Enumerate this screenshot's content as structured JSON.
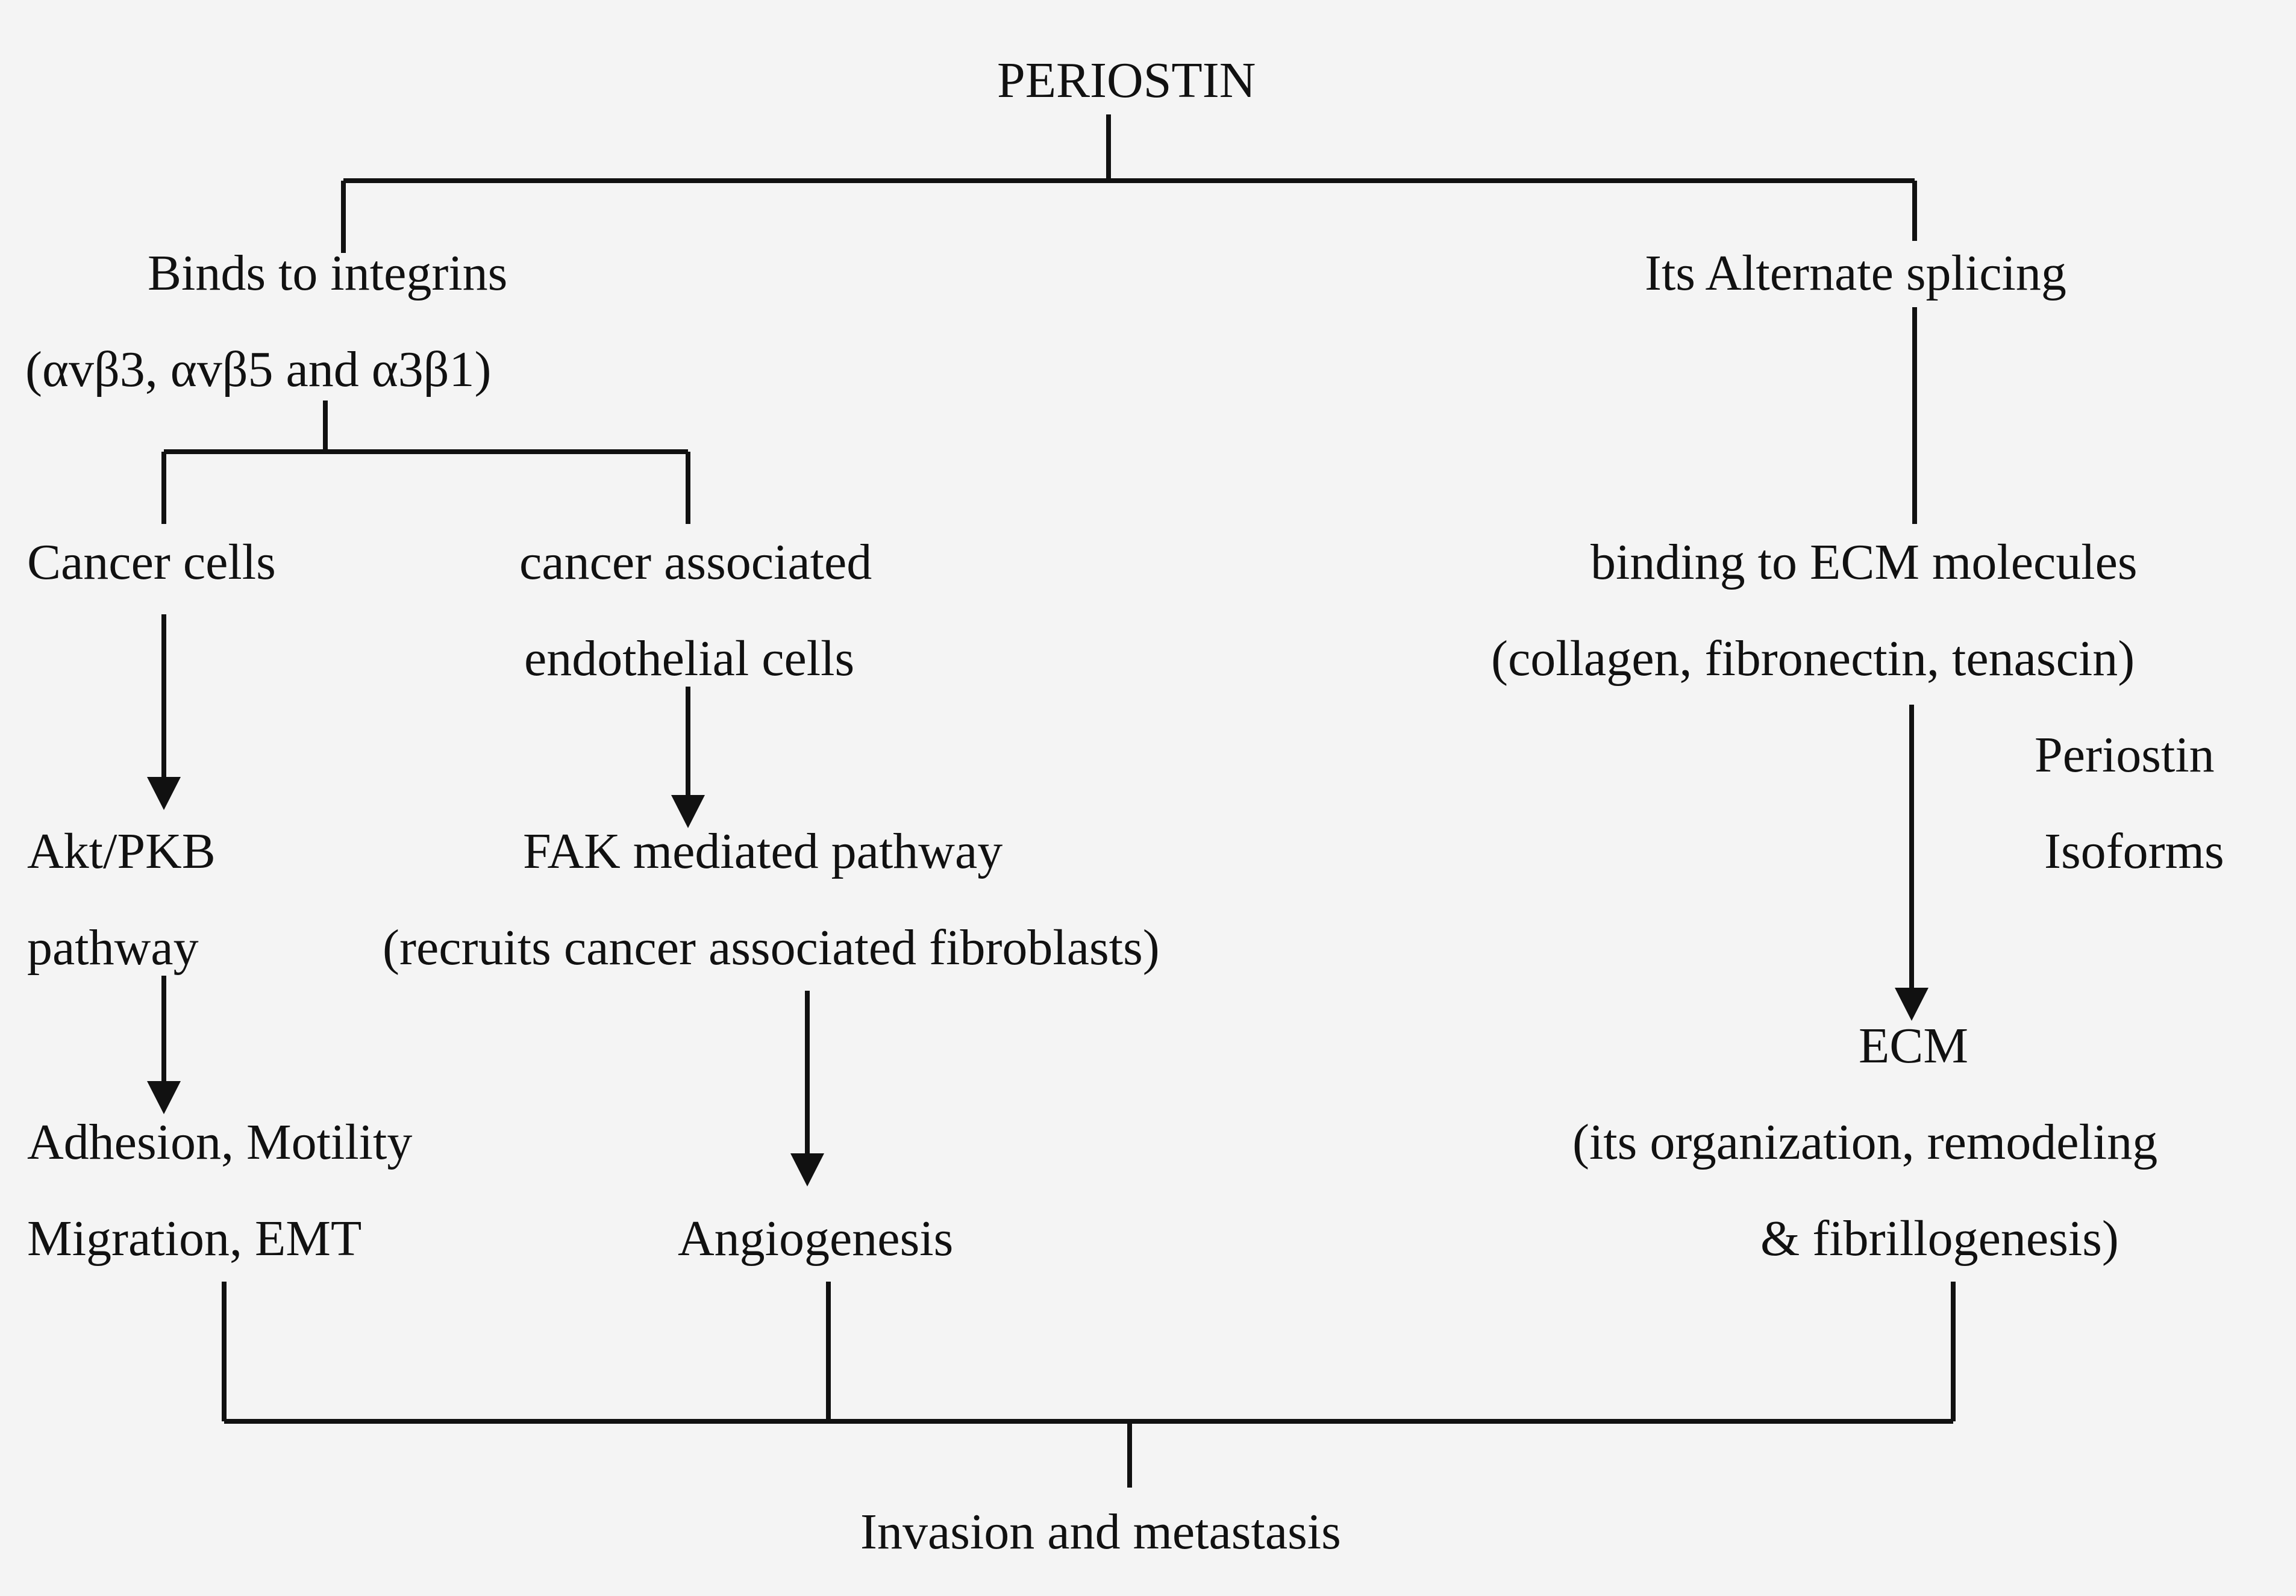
{
  "nodes": {
    "periostin": "PERIOSTIN",
    "binds_integrins": "Binds to integrins",
    "integrin_types": "(αvβ3, αvβ5 and α3β1)",
    "alt_splicing": "Its Alternate splicing",
    "cancer_cells": "Cancer cells",
    "cancer_assoc": "cancer associated",
    "endothelial_cells": "endothelial cells",
    "ecm_binding": "binding to ECM molecules",
    "ecm_molecules": "(collagen, fibronectin, tenascin)",
    "periostin_word": "Periostin",
    "isoforms": "Isoforms",
    "akt_pkb": "Akt/PKB",
    "pathway": "pathway",
    "fak_pathway": "FAK mediated pathway",
    "fak_recruits": "(recruits cancer associated fibroblasts)",
    "ecm": "ECM",
    "ecm_organization": "(its organization, remodeling",
    "ecm_fibrillogenesis": "& fibrillogenesis)",
    "adhesion_motility": "Adhesion, Motility",
    "migration_emt": "Migration, EMT",
    "angiogenesis": "Angiogenesis",
    "invasion": "Invasion and metastasis"
  }
}
